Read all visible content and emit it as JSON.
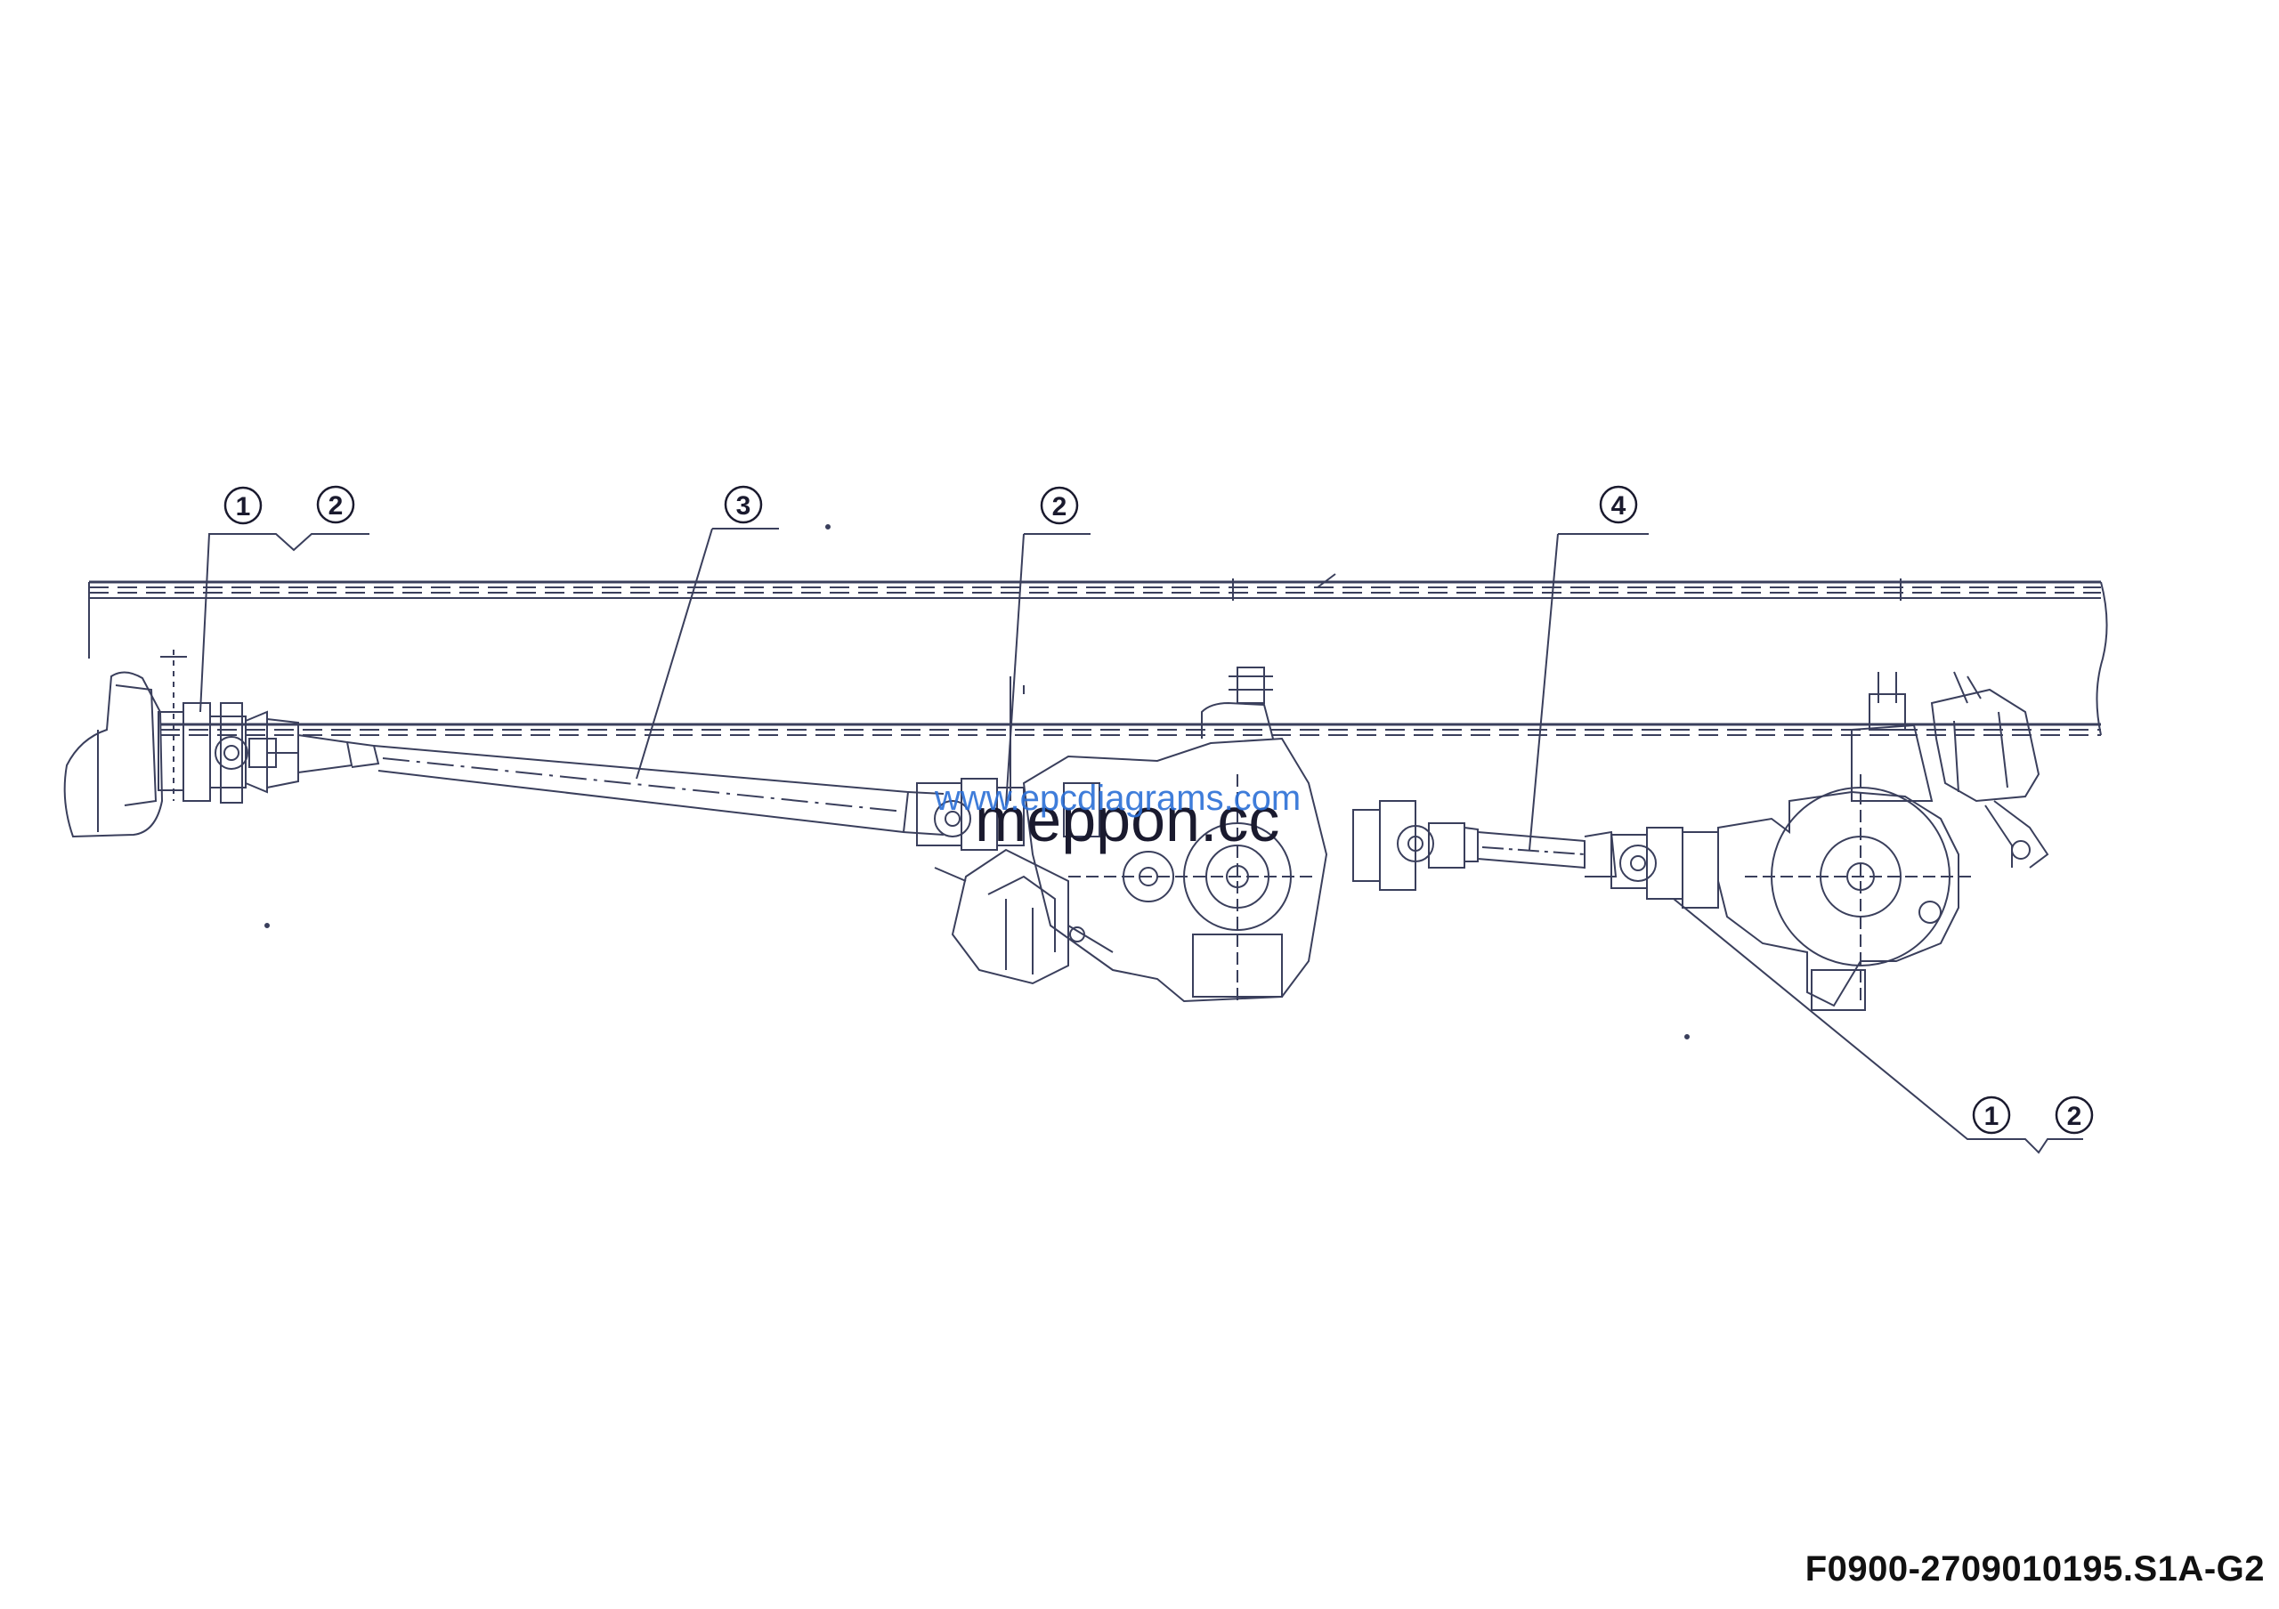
{
  "callouts": [
    {
      "id": "c1",
      "number": "1"
    },
    {
      "id": "c2",
      "number": "2"
    },
    {
      "id": "c3",
      "number": "3"
    },
    {
      "id": "c4",
      "number": "2"
    },
    {
      "id": "c5",
      "number": "4"
    },
    {
      "id": "c6",
      "number": "1"
    },
    {
      "id": "c7",
      "number": "2"
    }
  ],
  "watermark": {
    "url": "www.epcdiagrams.com",
    "brand": "meppon.cc"
  },
  "drawing_code": "F0900-2709010195.S1A-G2",
  "colors": {
    "line": "#3a3f5c",
    "watermark": "#2b6fd6"
  }
}
